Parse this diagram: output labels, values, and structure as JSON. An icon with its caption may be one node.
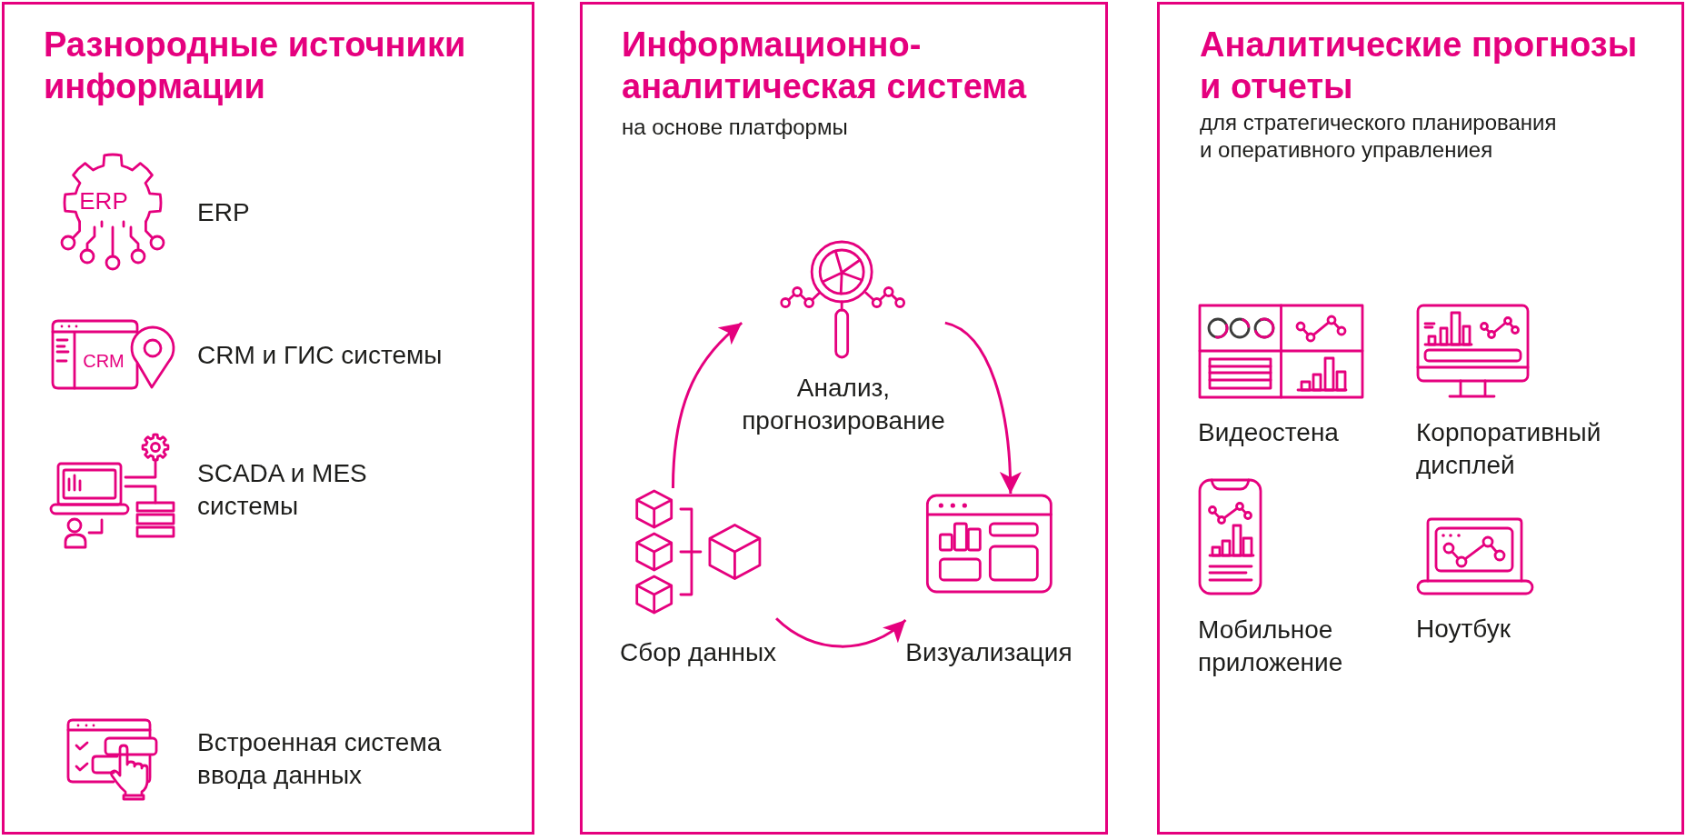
{
  "diagram": {
    "nodes": [
      {
        "text": [
          "Разнородные источники информации"
        ]
      },
      {
        "text": [
          "ERP"
        ],
        "in": 0
      },
      {
        "text": [
          "CRM и ГИС системы"
        ],
        "in": 0
      },
      {
        "text": [
          "SCADA и MES системы"
        ],
        "in": 0
      },
      {
        "text": [
          "Встроенная система ввода данных"
        ],
        "in": 0
      },
      {
        "text": [
          "Информационно-аналитическая система",
          "на основе платформы"
        ]
      },
      {
        "text": [
          "Анализ, прогнозирование"
        ],
        "in": 5
      },
      {
        "text": [
          "Сбор данных"
        ],
        "in": 5
      },
      {
        "text": [
          "Визуализация"
        ],
        "in": 5
      },
      {
        "text": [
          "Аналитические прогнозы и отчеты",
          "для стратегического планирования и оперативного управлениея"
        ]
      },
      {
        "text": [
          "Видеостена"
        ],
        "in": 9
      },
      {
        "text": [
          "Корпоративный дисплей"
        ],
        "in": 9
      },
      {
        "text": [
          "Мобильное приложение"
        ],
        "in": 9
      },
      {
        "text": [
          "Ноутбук"
        ],
        "in": 9
      }
    ],
    "edges": [
      {
        "from": 7,
        "to": 6,
        "arrow": "to"
      },
      {
        "from": 6,
        "to": 8,
        "arrow": "to"
      },
      {
        "from": 7,
        "to": 8,
        "arrow": "to"
      }
    ],
    "labels": [
      "ERP",
      "CRM"
    ]
  }
}
